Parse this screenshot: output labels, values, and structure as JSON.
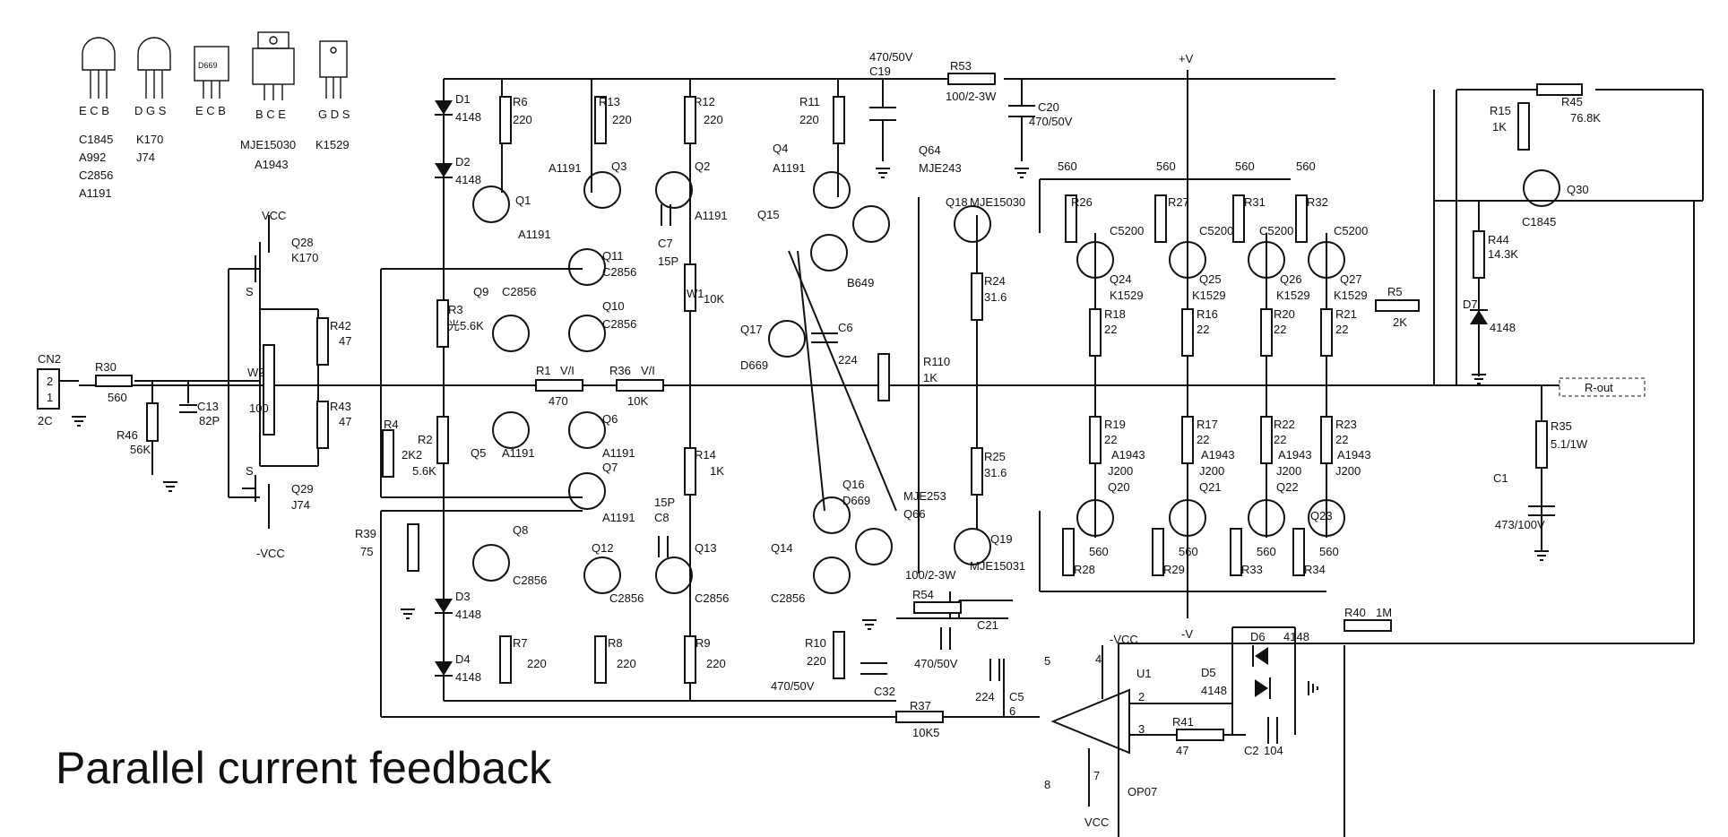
{
  "caption": "Parallel current feedback",
  "packages": [
    {
      "pins": "E C B",
      "parts": [
        "C1845",
        "A992",
        "C2856",
        "A1191"
      ]
    },
    {
      "pins": "D G S",
      "parts": [
        "K170",
        "J74"
      ]
    },
    {
      "pins": "E C B",
      "parts": [],
      "marking": "D669"
    },
    {
      "pins": "B C E",
      "parts": [
        "MJE15030",
        "A1943"
      ]
    },
    {
      "pins": "G D S",
      "parts": [
        "K1529"
      ]
    }
  ],
  "rails": {
    "vcc": "VCC",
    "neg_vcc": "-VCC",
    "pos_v": "+V",
    "neg_v": "-V",
    "bottom_vcc": "VCC"
  },
  "connectors": {
    "input": "CN2",
    "input_pins": [
      "2",
      "1"
    ],
    "input_type": "2C",
    "output": "R-out"
  },
  "resistors": [
    {
      "ref": "R30",
      "value": "560"
    },
    {
      "ref": "R46",
      "value": "56K"
    },
    {
      "ref": "R42",
      "value": "47"
    },
    {
      "ref": "R43",
      "value": "47"
    },
    {
      "ref": "R6",
      "value": "220"
    },
    {
      "ref": "R13",
      "value": "220"
    },
    {
      "ref": "R12",
      "value": "220"
    },
    {
      "ref": "R11",
      "value": "220"
    },
    {
      "ref": "R53",
      "value": "100/2-3W"
    },
    {
      "ref": "R3",
      "value": "光5.6K"
    },
    {
      "ref": "R2",
      "value": "5.6K"
    },
    {
      "ref": "R4",
      "value": "2K2"
    },
    {
      "ref": "R1",
      "value": "V/I",
      "value2": "470"
    },
    {
      "ref": "R36",
      "value": "V/I",
      "value2": "10K"
    },
    {
      "ref": "R14",
      "value": "1K"
    },
    {
      "ref": "R39",
      "value": "75"
    },
    {
      "ref": "R7",
      "value": "220"
    },
    {
      "ref": "R8",
      "value": "220"
    },
    {
      "ref": "R9",
      "value": "220"
    },
    {
      "ref": "R10",
      "value": "220"
    },
    {
      "ref": "R24",
      "value": "31.6"
    },
    {
      "ref": "R25",
      "value": "31.6"
    },
    {
      "ref": "R110",
      "value": "1K"
    },
    {
      "ref": "R54",
      "value": "100/2-3W"
    },
    {
      "ref": "R37",
      "value": "10K5"
    },
    {
      "ref": "R26",
      "value": "560"
    },
    {
      "ref": "R27",
      "value": "560"
    },
    {
      "ref": "R31",
      "value": "560"
    },
    {
      "ref": "R32",
      "value": "560"
    },
    {
      "ref": "R18",
      "value": "22"
    },
    {
      "ref": "R16",
      "value": "22"
    },
    {
      "ref": "R20",
      "value": "22"
    },
    {
      "ref": "R21",
      "value": "22"
    },
    {
      "ref": "R19",
      "value": "22"
    },
    {
      "ref": "R17",
      "value": "22"
    },
    {
      "ref": "R22",
      "value": "22"
    },
    {
      "ref": "R23",
      "value": "22"
    },
    {
      "ref": "R28",
      "value": "560"
    },
    {
      "ref": "R29",
      "value": "560"
    },
    {
      "ref": "R33",
      "value": "560"
    },
    {
      "ref": "R34",
      "value": "560"
    },
    {
      "ref": "R5",
      "value": "2K"
    },
    {
      "ref": "R15",
      "value": "1K"
    },
    {
      "ref": "R45",
      "value": "76.8K"
    },
    {
      "ref": "R44",
      "value": "14.3K"
    },
    {
      "ref": "R35",
      "value": "5.1/1W"
    },
    {
      "ref": "R40",
      "value": "1M"
    },
    {
      "ref": "R41",
      "value": "47"
    }
  ],
  "capacitors": [
    {
      "ref": "C13",
      "value": "82P"
    },
    {
      "ref": "C19",
      "value": "470/50V"
    },
    {
      "ref": "C20",
      "value": "470/50V"
    },
    {
      "ref": "C7",
      "value": "15P"
    },
    {
      "ref": "C6",
      "value": "224"
    },
    {
      "ref": "C8",
      "value": "15P"
    },
    {
      "ref": "C21",
      "value": "470/50V"
    },
    {
      "ref": "C32",
      "value": "470/50V"
    },
    {
      "ref": "C5",
      "value": "224"
    },
    {
      "ref": "C2",
      "value": "104"
    },
    {
      "ref": "C1",
      "value": "473/100V"
    }
  ],
  "pots": [
    {
      "ref": "W1",
      "value": "10K"
    },
    {
      "ref": "W2",
      "value": "100"
    }
  ],
  "diodes": [
    {
      "ref": "D1",
      "value": "4148"
    },
    {
      "ref": "D2",
      "value": "4148"
    },
    {
      "ref": "D3",
      "value": "4148"
    },
    {
      "ref": "D4",
      "value": "4148"
    },
    {
      "ref": "D5",
      "value": "4148"
    },
    {
      "ref": "D6",
      "value": "4148"
    },
    {
      "ref": "D7",
      "value": "4148"
    }
  ],
  "transistors": [
    {
      "ref": "Q28",
      "part": "K170"
    },
    {
      "ref": "Q29",
      "part": "J74"
    },
    {
      "ref": "Q1",
      "part": "A1191"
    },
    {
      "ref": "Q3",
      "part": "A1191"
    },
    {
      "ref": "Q2",
      "part": "A1191"
    },
    {
      "ref": "Q4",
      "part": "A1191"
    },
    {
      "ref": "Q15",
      "part": ""
    },
    {
      "ref": "Q11",
      "part": "C2856"
    },
    {
      "ref": "Q9",
      "part": "C2856"
    },
    {
      "ref": "Q10",
      "part": "C2856"
    },
    {
      "ref": "Q5",
      "part": "A1191"
    },
    {
      "ref": "Q6",
      "part": "A1191"
    },
    {
      "ref": "Q7",
      "part": "A1191"
    },
    {
      "ref": "Q8",
      "part": "C2856"
    },
    {
      "ref": "Q12",
      "part": "C2856"
    },
    {
      "ref": "Q13",
      "part": "C2856"
    },
    {
      "ref": "Q14",
      "part": "C2856"
    },
    {
      "ref": "Q17",
      "part": "D669"
    },
    {
      "ref": "Q16",
      "part": "D669"
    },
    {
      "ref": "Q64",
      "part": "MJE243"
    },
    {
      "ref": "Q66",
      "part": "MJE253"
    },
    {
      "ref": "Q18",
      "part": "MJE15030"
    },
    {
      "ref": "Q19",
      "part": "MJE15031"
    },
    {
      "ref": "Q24",
      "part": "K1529"
    },
    {
      "ref": "Q25",
      "part": "K1529"
    },
    {
      "ref": "Q26",
      "part": "K1529"
    },
    {
      "ref": "Q27",
      "part": "K1529"
    },
    {
      "ref": "Q20",
      "part": "J200"
    },
    {
      "ref": "Q21",
      "part": "J200"
    },
    {
      "ref": "Q22",
      "part": "J200"
    },
    {
      "ref": "Q23",
      "part": "J200"
    },
    {
      "ref": "Q30",
      "part": "C1845"
    }
  ],
  "misc": {
    "b649": "B649",
    "c5200": "C5200",
    "a1943": "A1943",
    "s": "S",
    "u1": "U1",
    "op07": "OP07",
    "pins": {
      "p2": "2",
      "p3": "3",
      "p4": "4",
      "p5": "5",
      "p6": "6",
      "p7": "7",
      "p8": "8"
    }
  }
}
